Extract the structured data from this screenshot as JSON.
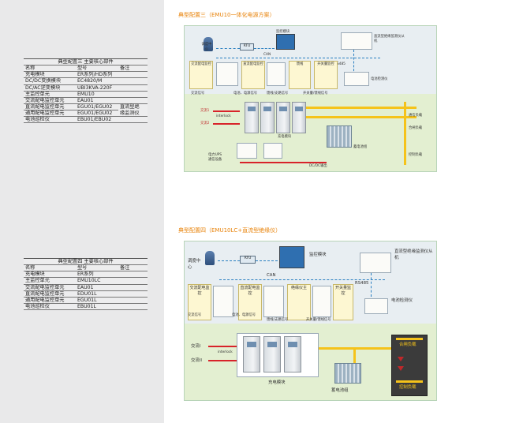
{
  "config3": {
    "title": "典型配置三（EMU10一体化电源方案）",
    "table_title": "典型配置三 主要核心部件",
    "headers": [
      "名称",
      "型号",
      "备注"
    ],
    "rows": [
      [
        "充电模块",
        "ER系列/HD系列",
        ""
      ],
      [
        "DC/DC变换模块",
        "EC4820/M",
        ""
      ],
      [
        "DC/AC逆变模块",
        "UBI3KVA-220F",
        ""
      ],
      [
        "主监控单元",
        "EMU10",
        ""
      ],
      [
        "交流配电监控单元",
        "EAU01",
        ""
      ],
      [
        "直流配电监控单元",
        "EGU01/EGU02",
        "直流型绝"
      ],
      [
        "通用配电监控单元",
        "EGU01/EGU02",
        "缘监测仪"
      ],
      [
        "电池巡检仪",
        "EBU01/EBU02",
        ""
      ]
    ],
    "diagram": {
      "dispatch_center": "调度中心",
      "rtu": "RTU",
      "monitor_module": "监控模块",
      "can": "CAN",
      "insulation": "直流型绝缘监测仪从机",
      "rs485": "RS485",
      "battery_detector": "电池检测仪",
      "ac_dist": "交流配电监控",
      "dc_dist": "直流配电监控",
      "ups_feeder": "馈线",
      "general_dist": "开关量监控",
      "ac_signal": "交流信号",
      "dc_signal": "电池、电源信号",
      "feeder_signal": "馈线/支路信号",
      "switch_signal": "开关量/馈线信号",
      "ac1": "交流1",
      "ac2": "交流2",
      "interlock": "interlock",
      "ups": "电力UPS",
      "ups_devices": "通信设备",
      "charge_module": "充电模块",
      "battery_group": "蓄电池组",
      "dcdc_output": "DC/DC输出",
      "comm_load": "通信负载",
      "closing_load": "合闸负载",
      "control_load": "控制负载"
    }
  },
  "config4": {
    "title": "典型配置四（EMU10LC+直流型绝缘仪）",
    "table_title": "典型配置四 主要核心部件",
    "headers": [
      "名称",
      "型号",
      "备注"
    ],
    "rows": [
      [
        "充电模块",
        "ER系列",
        ""
      ],
      [
        "主监控单元",
        "EMU10LC",
        ""
      ],
      [
        "交流配电监控单元",
        "EAU01",
        ""
      ],
      [
        "直流配电监控单元",
        "EDU01L",
        ""
      ],
      [
        "通用配电监控单元",
        "EGU01L",
        ""
      ],
      [
        "电池巡检仪",
        "EBU01L",
        ""
      ]
    ],
    "diagram": {
      "dispatch_center": "调度中心",
      "rtu": "RTU",
      "monitor_module": "监控模块",
      "can": "CAN",
      "insulation": "直流型绝缘监测仪从机",
      "rs485": "RS485",
      "battery_detector": "电池检测仪",
      "ac_dist": "交流配电监控",
      "dc_dist": "直流配电监控",
      "insulation_short": "绝缘仪主",
      "switch_mon": "开关量监控",
      "ac_signal": "交流信号",
      "dc_signal": "电池、电源信号",
      "feeder_signal": "馈线/支路信号",
      "switch_signal": "开关量/馈线信号",
      "ac1": "交流I",
      "ac2": "交流II",
      "interlock": "interlock",
      "charge_module": "充电模块",
      "battery_group": "蓄电池组",
      "closing_load": "合闸负载",
      "control_load": "控制负载"
    }
  }
}
